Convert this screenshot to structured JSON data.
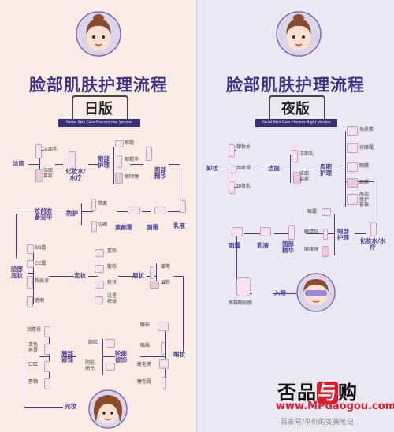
{
  "day": {
    "title": "脸部肌肤护理流程",
    "version": "日版",
    "band": "Facial Skin Care Process-day Version",
    "steps": {
      "cleanse": "洁面",
      "cleanse_opt1": "洁面乳",
      "cleanse_opt2": "洁面慕斯",
      "toner": "化妆水/水疗",
      "eye_care": "眼部护理",
      "eye_opt1": "眼霜",
      "eye_opt2": "眼精华",
      "eye_opt3": "眼啫喱",
      "serum": "面部精华",
      "lotion": "乳液",
      "cream": "面霜",
      "primer_cream": "素颜霜",
      "protect": "防护",
      "protect_opt1": "隔离",
      "protect_opt2": "防晒",
      "pre_makeup": "妆前准备完毕",
      "base": "脸部底妆",
      "base_opt1": "BB霜",
      "base_opt2": "CC霜",
      "base_opt3": "粉底液",
      "base_opt4": "遮瑕",
      "setting": "定妆",
      "set_opt1": "蜜粉",
      "set_opt2": "散粉",
      "set_opt3": "粉饼",
      "set_opt4": "流星粉球",
      "brow": "眉妆",
      "brow_opt1": "眉笔",
      "brow_opt2": "眉粉",
      "eye_makeup": "眼妆",
      "eye_m1": "眼影",
      "eye_m2": "眼线",
      "eye_m3": "睫毛夹",
      "eye_m4": "睫毛膏",
      "contour": "轮廓修饰",
      "contour_opt1": "腮红",
      "contour_opt2": "阴影、高光",
      "lip": "唇部修饰",
      "lip_opt1": "润唇膏",
      "lip_opt2": "变色唇膏",
      "lip_opt3": "口红",
      "lip_opt4": "唇釉",
      "done": "完妆"
    }
  },
  "night": {
    "title": "脸部肌肤护理流程",
    "version": "夜版",
    "band": "Facial Skin Care Process-Night Version",
    "steps": {
      "remove": "卸妆",
      "remove_opt1": "卸妆水",
      "remove_opt2": "卸妆膏",
      "remove_opt3": "卸妆乳",
      "cleanse": "洁面",
      "cleanse_opt1": "洁面乳",
      "cleanse_opt2": "洁面慕斯",
      "weekly": "周期护理",
      "weekly_opt1": "角质素",
      "weekly_opt2": "按摩霜",
      "weekly_opt3": "眼膜",
      "weekly_opt4": "面膜",
      "weekly_opt5": "唇部修护套装",
      "toner": "化妆水/水疗",
      "eye_care": "眼部护理",
      "eye_opt1": "眼霜",
      "eye_opt2": "眼精华",
      "eye_opt3": "眼啫喱",
      "serum": "面部精华",
      "lotion": "乳液",
      "cream": "面霜",
      "eye_mask": "熊猫眼贴膜",
      "sleep": "入睡"
    }
  },
  "watermark": {
    "logo_pre": "否品",
    "logo_mid": "与",
    "logo_post": "购",
    "url": "www.MPdaogou.com",
    "credit": "百家号/平价的变美笔记"
  }
}
